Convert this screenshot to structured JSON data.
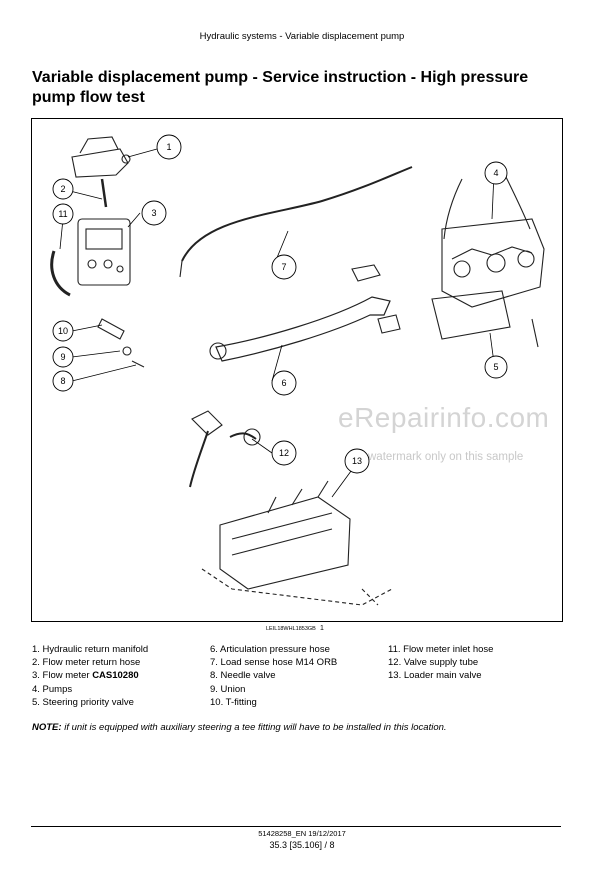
{
  "header": "Hydraulic systems - Variable displacement pump",
  "title": "Variable displacement pump - Service instruction - High pressure pump flow test",
  "figure": {
    "callouts": [
      "1",
      "2",
      "3",
      "4",
      "5",
      "6",
      "7",
      "8",
      "9",
      "10",
      "11",
      "12",
      "13"
    ],
    "id": "LEIL18WHL1853GB",
    "number": "1"
  },
  "watermark": {
    "brand": "eRepairinfo.com",
    "note": "watermark only on this sample"
  },
  "legend": {
    "col1": [
      "1. Hydraulic return manifold",
      "2. Flow meter return hose",
      "3. Flow meter ",
      "4. Pumps",
      "5. Steering priority valve"
    ],
    "col1_bold": "CAS10280",
    "col2": [
      "6. Articulation pressure hose",
      "7. Load sense hose M14 ORB",
      "8. Needle valve",
      "9. Union",
      "10. T-fitting"
    ],
    "col3": [
      "11. Flow meter inlet hose",
      "12. Valve supply tube",
      "13. Loader main valve"
    ]
  },
  "note": {
    "label": "NOTE:",
    "text": " if unit is equipped with auxiliary steering a tee fitting will have to be installed in this location."
  },
  "footer": {
    "doc": "51428258_EN 19/12/2017",
    "page": "35.3 [35.106] / 8"
  }
}
